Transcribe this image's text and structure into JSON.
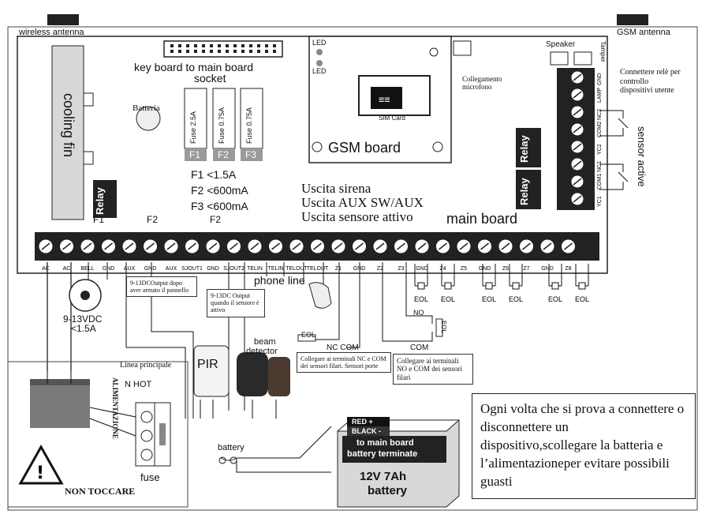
{
  "labels": {
    "wireless_antenna": "wireless antenna",
    "gsm_antenna": "GSM antenna",
    "keyboard_socket_1": "key board to main board",
    "keyboard_socket_2": "socket",
    "cooling_fin": "cooling fin",
    "batteria": "Batteria",
    "fuse_text_1": "Fuse  2.5A",
    "fuse_text_2": "Fuse 0.75A",
    "fuse_text_3": "Fuse 0.75A",
    "fuse_f1": "F1",
    "fuse_f2": "F2",
    "fuse_f3": "F3",
    "fuse_limit_1": "F1 <1.5A",
    "fuse_limit_2": "F2 <600mA",
    "fuse_limit_3": "F3 <600mA",
    "led_1": "LED",
    "led_2": "LED",
    "sim_card": "SIM Card",
    "gsm_board": "GSM board",
    "collegamento_microfono": "Collegamento microfono",
    "speaker": "Speaker",
    "tamper": "Tamper",
    "connettere_rele": "Connettere relè per controllo dispositivi utente",
    "sensor_active": "sensor active",
    "relay_1": "Relay",
    "relay_2": "Relay",
    "relay_3": "Relay",
    "uscita_sirena": "Uscita sirena",
    "uscita_aux": "Uscita AUX SW/AUX",
    "uscita_sensore": "Uscita sensore attivo",
    "main_board": "main board",
    "top_f1": "F1",
    "top_f2a": "F2",
    "top_f2b": "F2",
    "output_note_1": "9-13DCOutput dopo aver armato il pannello",
    "output_note_2": "9-13DC Output quando il sensore è attivo",
    "phone_line": "phone line",
    "siren_voltage_1": "9-13VDC",
    "siren_voltage_2": "<1.5A",
    "eol": "EOL",
    "nc_com": "NC  COM",
    "no": "NO",
    "com": "COM",
    "pir": "PIR",
    "beam_detector_1": "beam",
    "beam_detector_2": "detector",
    "note_nc": "Collegare ai terminali NC e COM  dei sensori filari.  Sensori porte",
    "note_no": "Collegare ai terminali NO e COM dei sensori filari",
    "linea_principale": "Linea principale",
    "n_hot": "N  HOT",
    "alimentazione": "ALIMENTAZIONE",
    "fuse": "fuse",
    "non_toccare": "NON TOCCARE",
    "battery_small": "battery",
    "red": "RED +",
    "black": "BLACK -",
    "battery_to_main_1": "to main board",
    "battery_to_main_2": "battery terminate",
    "battery_rating_1": "12V  7Ah",
    "battery_rating_2": "battery",
    "warning_note": "Ogni volta che si prova a connettere o disconnettere un dispositivo,scollegare la batteria e l’alimentazioneper evitare possibili guasti",
    "plus": "+",
    "minus": "–"
  },
  "terminals": [
    "AC",
    "AC",
    "BELL",
    "GND",
    "AUX",
    "GND",
    "AUX",
    "SJOUT1",
    "GND",
    "SJOUT2",
    "TELIN",
    "TELIN",
    "TELOUT",
    "TELOUT",
    "Z1",
    "GND",
    "Z2",
    "Z3",
    "GND",
    "Z4",
    "Z5",
    "GND",
    "Z6",
    "Z7",
    "GND",
    "Z8"
  ],
  "relay_terminals": [
    "GND",
    "LAMP",
    "NC2",
    "COM2",
    "YC2",
    "NC1",
    "COM1",
    "YC1"
  ],
  "eol_pairs": [
    "EOL",
    "EOL",
    "EOL",
    "EOL",
    "EOL",
    "EOL"
  ],
  "colors": {
    "line": "#111111",
    "dark": "#222222",
    "grey": "#9a9a9a",
    "light": "#e6e6e6"
  }
}
